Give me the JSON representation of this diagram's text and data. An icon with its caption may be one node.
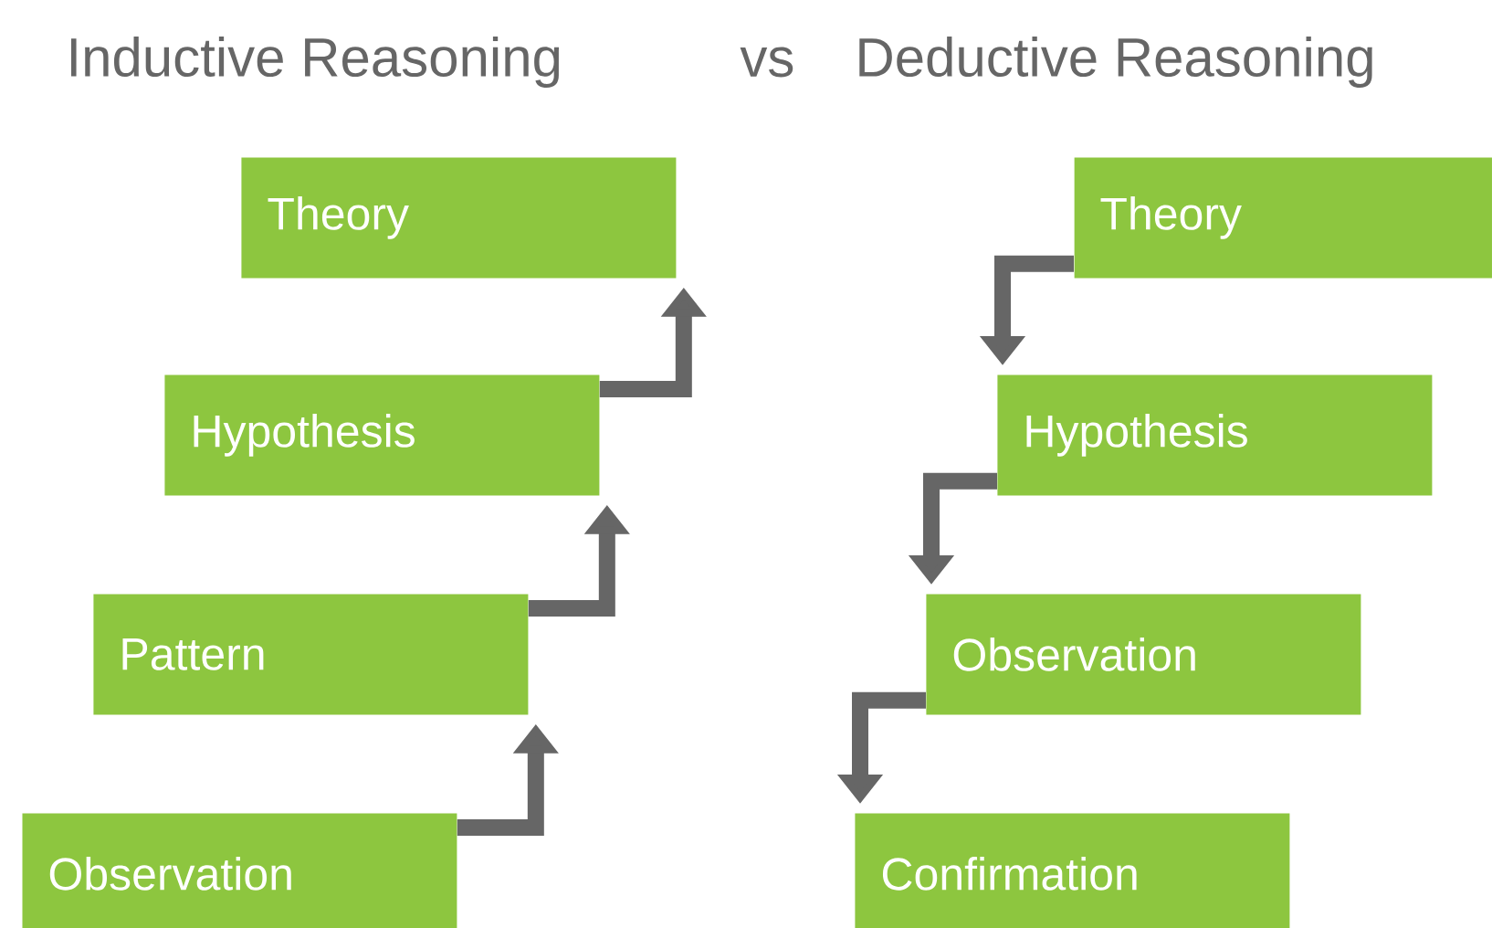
{
  "diagram": {
    "nodes": [
      {
        "text": [
          "Theory"
        ]
      },
      {
        "text": [
          "Hypothesis"
        ]
      },
      {
        "text": [
          "Pattern"
        ]
      },
      {
        "text": [
          "Observation"
        ]
      },
      {
        "text": [
          "Theory"
        ]
      },
      {
        "text": [
          "Hypothesis"
        ]
      },
      {
        "text": [
          "Observation"
        ]
      },
      {
        "text": [
          "Confirmation"
        ]
      }
    ],
    "edges": [
      {
        "from": 3,
        "to": 2,
        "arrow": "to"
      },
      {
        "from": 2,
        "to": 1,
        "arrow": "to"
      },
      {
        "from": 1,
        "to": 0,
        "arrow": "to"
      },
      {
        "from": 4,
        "to": 5,
        "arrow": "to"
      },
      {
        "from": 5,
        "to": 6,
        "arrow": "to"
      },
      {
        "from": 6,
        "to": 7,
        "arrow": "to"
      }
    ],
    "labels": [
      "Inductive Reasoning",
      "vs",
      "Deductive Reasoning"
    ]
  }
}
